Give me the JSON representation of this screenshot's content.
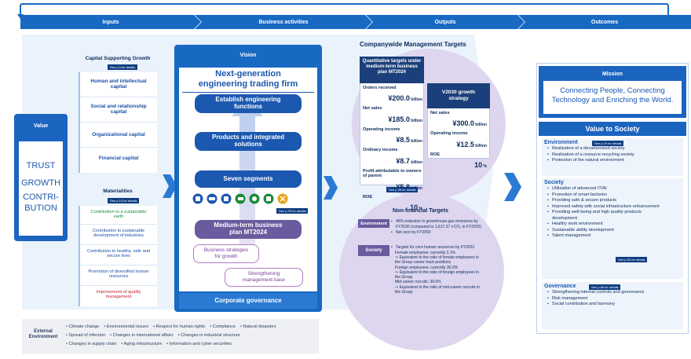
{
  "headers": [
    "Inputs",
    "Business activities",
    "Outputs",
    "Outcomes"
  ],
  "value": {
    "title": "Value",
    "lines": [
      "TRUST",
      "GROWTH",
      "CONTRI-",
      "BUTION"
    ]
  },
  "capital": {
    "title": "Capital Supporting Growth",
    "note": "See p.5 for details",
    "items": [
      "Human and intellectual capital",
      "Social and relationship capital",
      "Organizational capital",
      "Financial capital"
    ]
  },
  "materialities": {
    "title": "Materialities",
    "note": "See p.10 for details",
    "items": [
      "Contribution to a sustainable earth",
      "Contribution to sustainable development of industries",
      "Contribution to healthy, safe and secure lives",
      "Promotion of diversified human resources",
      "Improvement of quality management"
    ]
  },
  "vision": {
    "title": "Vision",
    "statement": "Next-generation engineering trading firm",
    "functions": "Establish engineering functions",
    "products": "Products and integrated solutions",
    "segments": "Seven segments",
    "segments_note": "See p.29 for details",
    "plan": "Medium-term business plan MT2024",
    "strategies": "Business strategies for growth",
    "base": "Strengthening management base",
    "governance": "Corporate governance"
  },
  "targets": {
    "title": "Companywide Management Targets",
    "mt2024": {
      "title": "Quantitative targets under medium-term business plan MT2024",
      "rows": [
        [
          "Orders received",
          "¥200.0",
          "billion"
        ],
        [
          "Net sales",
          "¥185.0",
          "billion"
        ],
        [
          "Operating income",
          "¥8.5",
          "billion"
        ],
        [
          "Ordinary income",
          "¥8.7",
          "billion"
        ],
        [
          "Profit attributable to owners of parent",
          "¥5.8",
          "billion"
        ],
        [
          "ROE",
          "10",
          "%"
        ]
      ],
      "note": "See p.26 for details"
    },
    "v2030": {
      "title": "V2030 growth strategy",
      "rows": [
        [
          "Net sales",
          "¥300.0",
          "billion"
        ],
        [
          "Operating income",
          "¥12.5",
          "billion"
        ],
        [
          "ROE",
          "10",
          "%"
        ]
      ]
    }
  },
  "nonfin": {
    "title": "Non-financial Targets",
    "env_tag": "Environment",
    "soc_tag": "Society",
    "env": [
      "46% reduction in greenhouse gas emissions by FY2030 (compared to 1,617.37 t-CO₂ in FY2020)",
      "Net zero by FY2050"
    ],
    "soc": [
      "Targets for core human resources by FY2031",
      "Female employees: currently 2.1%",
      "⇒ Equivalent to the ratio of female employees in the Group career track positions",
      "Foreign employees: currently 30.0%",
      "⇒ Equivalent to the ratio of foreign employees in the Group",
      "Mid-career recruits: 36.6%",
      "⇒ Equivalent to the ratio of mid-career recruits in the Group"
    ]
  },
  "mission": {
    "title": "Mission",
    "text": "Connecting People, Connecting Technology and Enriching the World."
  },
  "society": {
    "title": "Value to Society",
    "env": {
      "label": "Environment",
      "note": "See p.19 for details",
      "items": [
        "Realization of a decarbonized society",
        "Realization of a resource-recycling society",
        "Protection of the natural environment"
      ]
    },
    "soc": {
      "label": "Society",
      "note": "See p.53 for details",
      "items": [
        "Utilization of advanced IT/AI",
        "Promotion of smart factories",
        "Providing safe & secure products",
        "Improved safety with social infrastructure enhancement",
        "Providing well-being and high quality products development",
        "Healthy work environment",
        "Sustainable ability development",
        "Talent management"
      ]
    },
    "gov": {
      "label": "Governance",
      "note": "See p.66 for details",
      "items": [
        "Strengthening internal controls and governance",
        "Risk management",
        "Social contribution and harmony"
      ]
    }
  },
  "external": {
    "label": "External Environment",
    "row1": [
      "Climate change",
      "Environmental issues",
      "Respect for human rights",
      "Compliance",
      "Natural disasters"
    ],
    "row2": [
      "Spread of infection",
      "Changes in international affairs",
      "Changes in industrial structure"
    ],
    "row3": [
      "Changes in supply chain",
      "Aging infrastructure",
      "Information and cyber securities"
    ]
  },
  "colors": {
    "primary": "#1769c2",
    "dark": "#0f3d82",
    "purple": "#6a5a9e",
    "green": "#1e8a3a",
    "red": "#c0262d"
  }
}
